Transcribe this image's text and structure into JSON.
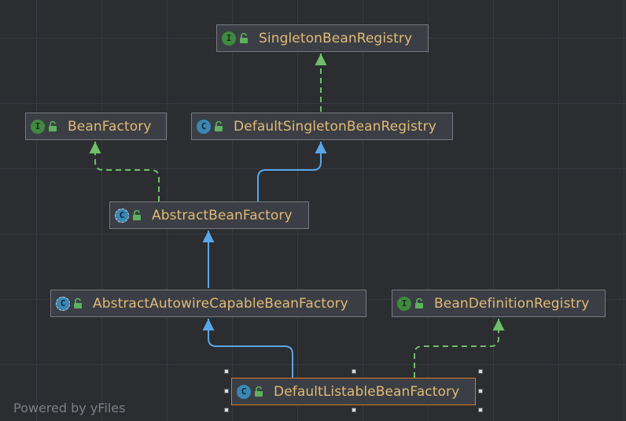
{
  "diagram": {
    "nodes": [
      {
        "id": "singleton-bean-registry",
        "label": "SingletonBeanRegistry",
        "kind": "interface",
        "badge": "I"
      },
      {
        "id": "bean-factory",
        "label": "BeanFactory",
        "kind": "interface",
        "badge": "I"
      },
      {
        "id": "default-singleton-bean-registry",
        "label": "DefaultSingletonBeanRegistry",
        "kind": "class",
        "badge": "C"
      },
      {
        "id": "abstract-bean-factory",
        "label": "AbstractBeanFactory",
        "kind": "abstract-class",
        "badge": "C"
      },
      {
        "id": "abstract-autowire-capable-bean-factory",
        "label": "AbstractAutowireCapableBeanFactory",
        "kind": "abstract-class",
        "badge": "C"
      },
      {
        "id": "bean-definition-registry",
        "label": "BeanDefinitionRegistry",
        "kind": "interface",
        "badge": "I"
      },
      {
        "id": "default-listable-bean-factory",
        "label": "DefaultListableBeanFactory",
        "kind": "class",
        "badge": "C",
        "selected": true
      }
    ],
    "edges": [
      {
        "from": "default-singleton-bean-registry",
        "to": "singleton-bean-registry",
        "type": "implements"
      },
      {
        "from": "abstract-bean-factory",
        "to": "bean-factory",
        "type": "implements"
      },
      {
        "from": "abstract-bean-factory",
        "to": "default-singleton-bean-registry",
        "type": "extends"
      },
      {
        "from": "abstract-autowire-capable-bean-factory",
        "to": "abstract-bean-factory",
        "type": "extends"
      },
      {
        "from": "default-listable-bean-factory",
        "to": "abstract-autowire-capable-bean-factory",
        "type": "extends"
      },
      {
        "from": "default-listable-bean-factory",
        "to": "bean-definition-registry",
        "type": "implements"
      }
    ],
    "colors": {
      "implements_edge": "#6fbf6a",
      "extends_edge": "#5aa6e6",
      "label_text": "#e3b974",
      "node_fill": "#3b3f45",
      "selected_border": "#d77a2a"
    },
    "icons": {
      "visibility": "open-lock-icon"
    }
  },
  "watermark": "Powered by yFiles"
}
